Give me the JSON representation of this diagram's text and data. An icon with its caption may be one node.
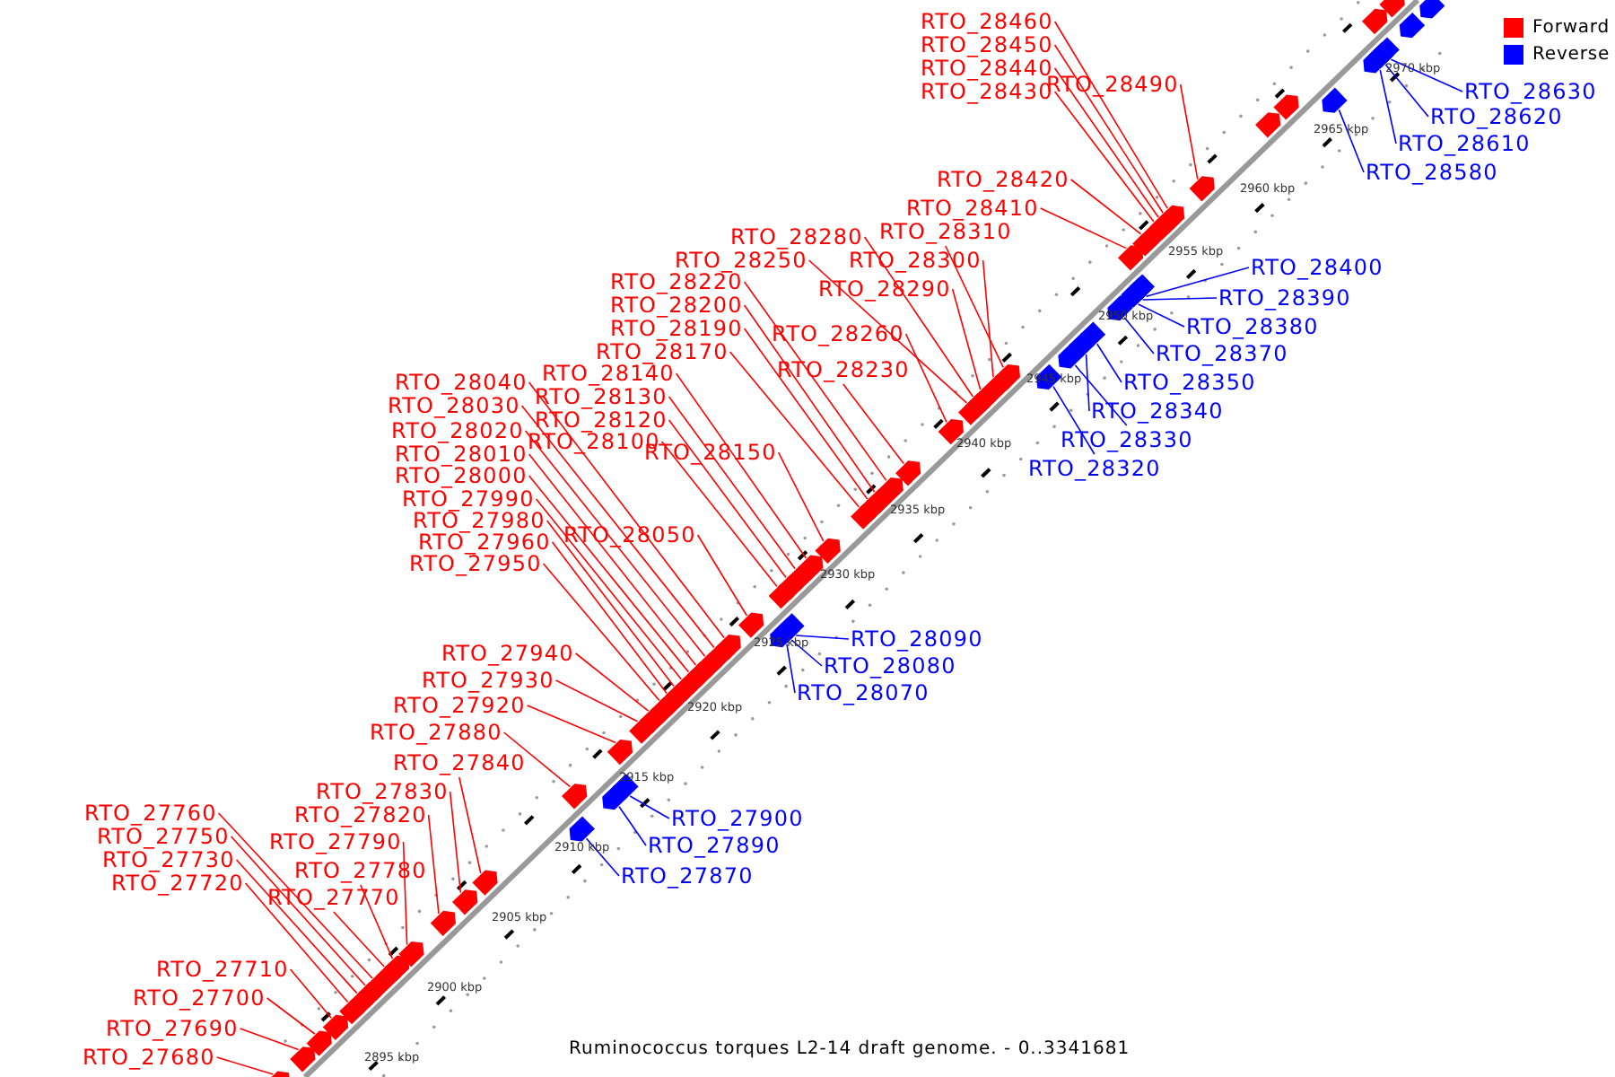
{
  "diagram": {
    "caption": "Ruminococcus torques L2-14 draft genome. - 0..3341681",
    "nodes": [
      {
        "text": [
          "RTO_28460"
        ]
      },
      {
        "text": [
          "RTO_28450"
        ]
      },
      {
        "text": [
          "RTO_28440"
        ]
      },
      {
        "text": [
          "RTO_28490"
        ]
      },
      {
        "text": [
          "RTO_28430"
        ]
      },
      {
        "text": [
          "RTO_28630"
        ]
      },
      {
        "text": [
          "RTO_28620"
        ]
      },
      {
        "text": [
          "RTO_28610"
        ]
      },
      {
        "text": [
          "RTO_28580"
        ]
      },
      {
        "text": [
          "RTO_28420"
        ]
      },
      {
        "text": [
          "RTO_28410"
        ]
      },
      {
        "text": [
          "RTO_28310"
        ]
      },
      {
        "text": [
          "RTO_28280"
        ]
      },
      {
        "text": [
          "RTO_28250"
        ]
      },
      {
        "text": [
          "RTO_28300"
        ]
      },
      {
        "text": [
          "RTO_28400"
        ]
      },
      {
        "text": [
          "RTO_28220"
        ]
      },
      {
        "text": [
          "RTO_28290"
        ]
      },
      {
        "text": [
          "RTO_28390"
        ]
      },
      {
        "text": [
          "RTO_28200"
        ]
      },
      {
        "text": [
          "RTO_28380"
        ]
      },
      {
        "text": [
          "RTO_28190"
        ]
      },
      {
        "text": [
          "RTO_28260"
        ]
      },
      {
        "text": [
          "RTO_28170"
        ]
      },
      {
        "text": [
          "RTO_28370"
        ]
      },
      {
        "text": [
          "RTO_28230"
        ]
      },
      {
        "text": [
          "RTO_28140"
        ]
      },
      {
        "text": [
          "RTO_28040"
        ]
      },
      {
        "text": [
          "RTO_28350"
        ]
      },
      {
        "text": [
          "RTO_28130"
        ]
      },
      {
        "text": [
          "RTO_28030"
        ]
      },
      {
        "text": [
          "RTO_28340"
        ]
      },
      {
        "text": [
          "RTO_28120"
        ]
      },
      {
        "text": [
          "RTO_28020"
        ]
      },
      {
        "text": [
          "RTO_28330"
        ]
      },
      {
        "text": [
          "RTO_28100"
        ]
      },
      {
        "text": [
          "RTO_28150"
        ]
      },
      {
        "text": [
          "RTO_28010"
        ]
      },
      {
        "text": [
          "RTO_28320"
        ]
      },
      {
        "text": [
          "RTO_28000"
        ]
      },
      {
        "text": [
          "RTO_27990"
        ]
      },
      {
        "text": [
          "RTO_27980"
        ]
      },
      {
        "text": [
          "RTO_28050"
        ]
      },
      {
        "text": [
          "RTO_27960"
        ]
      },
      {
        "text": [
          "RTO_27950"
        ]
      },
      {
        "text": [
          "RTO_28090"
        ]
      },
      {
        "text": [
          "RTO_27940"
        ]
      },
      {
        "text": [
          "RTO_28080"
        ]
      },
      {
        "text": [
          "RTO_27930"
        ]
      },
      {
        "text": [
          "RTO_28070"
        ]
      },
      {
        "text": [
          "RTO_27920"
        ]
      },
      {
        "text": [
          "RTO_27880"
        ]
      },
      {
        "text": [
          "RTO_27840"
        ]
      },
      {
        "text": [
          "RTO_27830"
        ]
      },
      {
        "text": [
          "RTO_27760"
        ]
      },
      {
        "text": [
          "RTO_27820"
        ]
      },
      {
        "text": [
          "RTO_27900"
        ]
      },
      {
        "text": [
          "RTO_27750"
        ]
      },
      {
        "text": [
          "RTO_27790"
        ]
      },
      {
        "text": [
          "RTO_27890"
        ]
      },
      {
        "text": [
          "RTO_27730"
        ]
      },
      {
        "text": [
          "RTO_27780"
        ]
      },
      {
        "text": [
          "RTO_27870"
        ]
      },
      {
        "text": [
          "RTO_27720"
        ]
      },
      {
        "text": [
          "RTO_27770"
        ]
      },
      {
        "text": [
          "RTO_27710"
        ]
      },
      {
        "text": [
          "RTO_27700"
        ]
      },
      {
        "text": [
          "RTO_27690"
        ]
      },
      {
        "text": [
          "RTO_27680"
        ]
      },
      {
        "text": [],
        "shape": "box"
      },
      {
        "text": [],
        "shape": "box"
      },
      {
        "text": [],
        "shape": "box"
      },
      {
        "text": [],
        "shape": "box"
      },
      {
        "text": [],
        "shape": "box"
      },
      {
        "text": [],
        "shape": "box"
      },
      {
        "text": [],
        "shape": "box"
      },
      {
        "text": [],
        "shape": "box"
      },
      {
        "text": [],
        "shape": "box"
      },
      {
        "text": [],
        "shape": "box"
      },
      {
        "text": [],
        "shape": "box"
      },
      {
        "text": [],
        "shape": "box"
      },
      {
        "text": [],
        "shape": "box"
      },
      {
        "text": [],
        "shape": "box"
      },
      {
        "text": [],
        "shape": "box"
      },
      {
        "text": [],
        "shape": "box"
      },
      {
        "text": [],
        "shape": "box"
      },
      {
        "text": [],
        "shape": "box"
      },
      {
        "text": [],
        "shape": "box"
      },
      {
        "text": [],
        "shape": "box"
      },
      {
        "text": [],
        "shape": "box"
      },
      {
        "text": [],
        "shape": "box"
      },
      {
        "text": [],
        "shape": "box"
      },
      {
        "text": [],
        "shape": "box"
      },
      {
        "text": [],
        "shape": "box"
      },
      {
        "text": [],
        "shape": "box"
      },
      {
        "text": [],
        "shape": "box"
      },
      {
        "text": [],
        "shape": "box"
      },
      {
        "text": [],
        "shape": "box"
      },
      {
        "text": [],
        "shape": "box"
      },
      {
        "text": [],
        "shape": "box"
      },
      {
        "text": [],
        "shape": "box"
      },
      {
        "text": [],
        "shape": "box"
      },
      {
        "text": [],
        "shape": "box"
      },
      {
        "text": [],
        "shape": "box"
      },
      {
        "text": [],
        "shape": "box"
      },
      {
        "text": [],
        "shape": "box"
      },
      {
        "text": [],
        "shape": "box"
      },
      {
        "text": [],
        "shape": "box"
      },
      {
        "text": [],
        "shape": "box"
      },
      {
        "text": [],
        "shape": "box"
      },
      {
        "text": [],
        "shape": "box"
      },
      {
        "text": [],
        "shape": "box"
      },
      {
        "text": [],
        "shape": "box"
      },
      {
        "text": [],
        "shape": "box"
      },
      {
        "text": [],
        "shape": "box"
      },
      {
        "text": [],
        "shape": "box"
      },
      {
        "text": [],
        "shape": "box"
      },
      {
        "text": [],
        "shape": "box"
      },
      {
        "text": [],
        "shape": "box"
      },
      {
        "text": [],
        "shape": "box"
      },
      {
        "text": [],
        "shape": "box"
      },
      {
        "text": [],
        "shape": "box"
      },
      {
        "text": [],
        "shape": "box"
      },
      {
        "text": [],
        "shape": "box"
      },
      {
        "text": [],
        "shape": "box"
      },
      {
        "text": [],
        "shape": "box"
      },
      {
        "text": [],
        "shape": "box"
      },
      {
        "text": [],
        "shape": "box"
      },
      {
        "text": [],
        "shape": "box"
      },
      {
        "text": [],
        "shape": "box"
      },
      {
        "text": [],
        "shape": "box"
      },
      {
        "text": [],
        "shape": "box"
      },
      {
        "text": [],
        "shape": "box"
      },
      {
        "text": [],
        "shape": "box"
      },
      {
        "text": [],
        "shape": "box"
      },
      {
        "text": [],
        "shape": "box"
      },
      {
        "text": [],
        "shape": "box"
      },
      {
        "text": [],
        "shape": "box"
      },
      {
        "text": [],
        "shape": "box"
      },
      {
        "text": [],
        "shape": "box"
      },
      {
        "text": [],
        "shape": "box"
      },
      {
        "text": [],
        "shape": "box"
      },
      {
        "text": [],
        "shape": "box"
      },
      {
        "text": [],
        "shape": "box"
      }
    ],
    "edges": [
      {
        "from": 0,
        "to": 132,
        "arrow": "none"
      },
      {
        "from": 1,
        "to": 131,
        "arrow": "none"
      },
      {
        "from": 2,
        "to": 130,
        "arrow": "none"
      },
      {
        "from": 3,
        "to": 133,
        "arrow": "none"
      },
      {
        "from": 4,
        "to": 129,
        "arrow": "none"
      },
      {
        "from": 5,
        "to": 139,
        "arrow": "none",
        "color": "#0000ff"
      },
      {
        "from": 6,
        "to": 138,
        "arrow": "none",
        "color": "#0000ff"
      },
      {
        "from": 7,
        "to": 137,
        "arrow": "none",
        "color": "#0000ff"
      },
      {
        "from": 8,
        "to": 136,
        "arrow": "none",
        "color": "#0000ff"
      },
      {
        "from": 9,
        "to": 128,
        "arrow": "none"
      },
      {
        "from": 10,
        "to": 127,
        "arrow": "none"
      },
      {
        "from": 11,
        "to": 118,
        "arrow": "none"
      },
      {
        "from": 12,
        "to": 115,
        "arrow": "none"
      },
      {
        "from": 13,
        "to": 114,
        "arrow": "none"
      },
      {
        "from": 14,
        "to": 117,
        "arrow": "none"
      },
      {
        "from": 15,
        "to": 126,
        "arrow": "none",
        "color": "#0000ff"
      },
      {
        "from": 16,
        "to": 111,
        "arrow": "none"
      },
      {
        "from": 17,
        "to": 116,
        "arrow": "none"
      },
      {
        "from": 18,
        "to": 125,
        "arrow": "none",
        "color": "#0000ff"
      },
      {
        "from": 19,
        "to": 110,
        "arrow": "none"
      },
      {
        "from": 20,
        "to": 124,
        "arrow": "none",
        "color": "#0000ff"
      },
      {
        "from": 21,
        "to": 109,
        "arrow": "none"
      },
      {
        "from": 22,
        "to": 113,
        "arrow": "none"
      },
      {
        "from": 23,
        "to": 108,
        "arrow": "none"
      },
      {
        "from": 24,
        "to": 123,
        "arrow": "none",
        "color": "#0000ff"
      },
      {
        "from": 25,
        "to": 112,
        "arrow": "none"
      },
      {
        "from": 26,
        "to": 106,
        "arrow": "none"
      },
      {
        "from": 27,
        "to": 98,
        "arrow": "none"
      },
      {
        "from": 28,
        "to": 122,
        "arrow": "none",
        "color": "#0000ff"
      },
      {
        "from": 29,
        "to": 105,
        "arrow": "none"
      },
      {
        "from": 30,
        "to": 97,
        "arrow": "none"
      },
      {
        "from": 31,
        "to": 121,
        "arrow": "none",
        "color": "#0000ff"
      },
      {
        "from": 32,
        "to": 104,
        "arrow": "none"
      },
      {
        "from": 33,
        "to": 96,
        "arrow": "none"
      },
      {
        "from": 34,
        "to": 120,
        "arrow": "none",
        "color": "#0000ff"
      },
      {
        "from": 35,
        "to": 103,
        "arrow": "none"
      },
      {
        "from": 36,
        "to": 107,
        "arrow": "none"
      },
      {
        "from": 37,
        "to": 95,
        "arrow": "none"
      },
      {
        "from": 38,
        "to": 119,
        "arrow": "none",
        "color": "#0000ff"
      },
      {
        "from": 39,
        "to": 94,
        "arrow": "none"
      },
      {
        "from": 40,
        "to": 93,
        "arrow": "none"
      },
      {
        "from": 41,
        "to": 92,
        "arrow": "none"
      },
      {
        "from": 42,
        "to": 99,
        "arrow": "none"
      },
      {
        "from": 43,
        "to": 91,
        "arrow": "none"
      },
      {
        "from": 44,
        "to": 90,
        "arrow": "none"
      },
      {
        "from": 45,
        "to": 102,
        "arrow": "none",
        "color": "#0000ff"
      },
      {
        "from": 46,
        "to": 89,
        "arrow": "none"
      },
      {
        "from": 47,
        "to": 101,
        "arrow": "none",
        "color": "#0000ff"
      },
      {
        "from": 48,
        "to": 88,
        "arrow": "none"
      },
      {
        "from": 49,
        "to": 100,
        "arrow": "none",
        "color": "#0000ff"
      },
      {
        "from": 50,
        "to": 87,
        "arrow": "none"
      },
      {
        "from": 51,
        "to": 84,
        "arrow": "none"
      },
      {
        "from": 52,
        "to": 82,
        "arrow": "none"
      },
      {
        "from": 53,
        "to": 81,
        "arrow": "none"
      },
      {
        "from": 54,
        "to": 76,
        "arrow": "none"
      },
      {
        "from": 55,
        "to": 80,
        "arrow": "none"
      },
      {
        "from": 56,
        "to": 86,
        "arrow": "none",
        "color": "#0000ff"
      },
      {
        "from": 57,
        "to": 75,
        "arrow": "none"
      },
      {
        "from": 58,
        "to": 79,
        "arrow": "none"
      },
      {
        "from": 59,
        "to": 85,
        "arrow": "none",
        "color": "#0000ff"
      },
      {
        "from": 60,
        "to": 74,
        "arrow": "none"
      },
      {
        "from": 61,
        "to": 78,
        "arrow": "none"
      },
      {
        "from": 62,
        "to": 83,
        "arrow": "none",
        "color": "#0000ff"
      },
      {
        "from": 63,
        "to": 73,
        "arrow": "none"
      },
      {
        "from": 64,
        "to": 77,
        "arrow": "none"
      },
      {
        "from": 65,
        "to": 72,
        "arrow": "none"
      },
      {
        "from": 66,
        "to": 71,
        "arrow": "none"
      },
      {
        "from": 67,
        "to": 70,
        "arrow": "none"
      },
      {
        "from": 68,
        "to": 69,
        "arrow": "none"
      }
    ],
    "labels": [
      "2970 kbp",
      "2965 kbp",
      "2960 kbp",
      "2955 kbp",
      "2950 kbp",
      "2945 kbp",
      "2940 kbp",
      "2935 kbp",
      "2930 kbp",
      "2925 kbp",
      "2920 kbp",
      "2915 kbp",
      "2910 kbp",
      "2905 kbp",
      "2900 kbp",
      "2895 kbp"
    ],
    "legend": [
      {
        "text": "Forward",
        "color": "#ff0000"
      },
      {
        "text": "Reverse",
        "color": "#0000ff"
      }
    ]
  }
}
